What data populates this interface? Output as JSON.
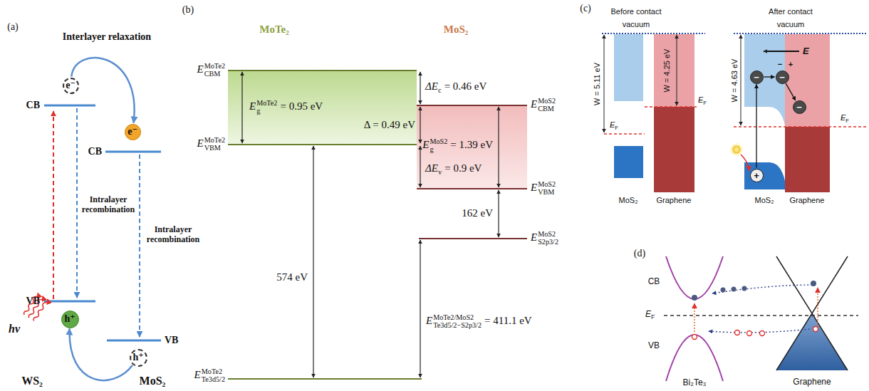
{
  "diagram": {
    "nodes": [
      {
        "text": [
          "e⁻"
        ]
      },
      {
        "text": [
          "e⁻"
        ]
      },
      {
        "text": [
          "h⁺"
        ]
      },
      {
        "text": [
          "h⁺"
        ]
      },
      {
        "text": [
          "−"
        ]
      },
      {
        "text": [
          "−"
        ]
      },
      {
        "text": [
          "−"
        ]
      },
      {
        "text": [
          "+"
        ]
      }
    ],
    "edges": [
      {
        "from": 0,
        "to": 1,
        "arrow": "to"
      },
      {
        "from": 3,
        "to": 2,
        "arrow": "to"
      },
      {
        "from": 7,
        "to": 4,
        "arrow": "to"
      },
      {
        "from": 4,
        "to": 5,
        "arrow": "to"
      },
      {
        "from": 5,
        "to": 6,
        "arrow": "to"
      }
    ],
    "labels": [
      "(a)",
      "Interlayer relaxation",
      "CB",
      "CB",
      "VB",
      "VB",
      "Intralayer recombination",
      "Intralayer recombination",
      "hν",
      "WS₂",
      "MoS₂",
      "(b)",
      "MoTe₂",
      "MoS₂",
      "E",
      "MoTe2",
      "CBM",
      "E",
      "MoTe2",
      "VBM",
      "E",
      "MoTe2",
      "Te3d5/2",
      "E",
      "MoS2",
      "CBM",
      "E",
      "MoS2",
      "VBM",
      "E",
      "MoS2",
      "S2p3/2",
      "ΔE",
      "c",
      "= 0.46 eV",
      "E",
      "MoTe2",
      "g",
      "= 0.95 eV",
      "Δ = 0.49 eV",
      "E",
      "MoS2",
      "g",
      "= 1.39 eV",
      "ΔE",
      "v",
      "= 0.9 eV",
      "162 eV",
      "574 eV",
      "E",
      "MoTe2/MoS2",
      "Te3d5/2−S2p3/2",
      "= 411.1 eV",
      "(c)",
      "Before contact",
      "vacuum",
      "After contact",
      "vacuum",
      "W = 5.11 eV",
      "W = 4.25 eV",
      "W = 4.63 eV",
      "E",
      "F",
      "E",
      "F",
      "E",
      "F",
      "E",
      "−",
      "+",
      "MoS₂",
      "Graphene",
      "MoS₂",
      "Graphene",
      "(d)",
      "CB",
      "E",
      "F",
      "VB",
      "Bi₂Te₃",
      "Graphene"
    ]
  }
}
